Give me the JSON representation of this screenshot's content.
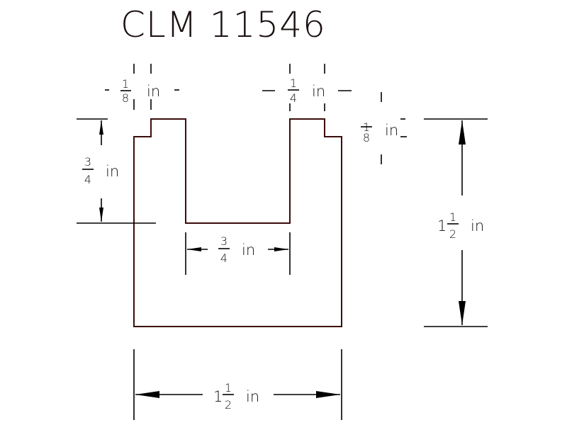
{
  "title": "CLM 11546",
  "colors": {
    "profile_outline": "#3b0d0d",
    "dimension_lines": "#000000",
    "background": "#ffffff"
  },
  "dimensions": {
    "top_left_step": {
      "whole": "",
      "num": "1",
      "den": "8",
      "unit": "in"
    },
    "top_right_lip": {
      "whole": "",
      "num": "1",
      "den": "4",
      "unit": "in"
    },
    "right_step_height": {
      "whole": "",
      "num": "1",
      "den": "8",
      "unit": "in"
    },
    "left_channel_depth": {
      "whole": "",
      "num": "3",
      "den": "4",
      "unit": "in"
    },
    "channel_width": {
      "whole": "",
      "num": "3",
      "den": "4",
      "unit": "in"
    },
    "overall_height": {
      "whole": "1",
      "num": "1",
      "den": "2",
      "unit": "in"
    },
    "overall_width": {
      "whole": "1",
      "num": "1",
      "den": "2",
      "unit": "in"
    }
  }
}
